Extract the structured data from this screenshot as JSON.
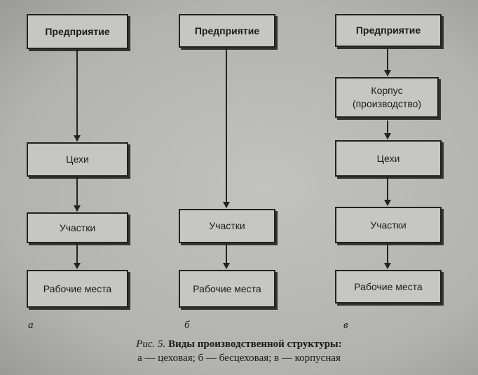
{
  "columns": [
    {
      "label": "а",
      "boxes": [
        "Предприятие",
        "Цехи",
        "Участки",
        "Рабочие места"
      ]
    },
    {
      "label": "б",
      "boxes": [
        "Предприятие",
        "Участки",
        "Рабочие места"
      ]
    },
    {
      "label": "в",
      "boxes": [
        "Предприятие",
        "Корпус (производство)",
        "Цехи",
        "Участки",
        "Рабочие места"
      ]
    }
  ],
  "caption": {
    "prefix": "Рис. 5.",
    "title": "Виды производственной структуры:",
    "legend": "а — цеховая; б — бесцеховая; в — корпусная"
  }
}
